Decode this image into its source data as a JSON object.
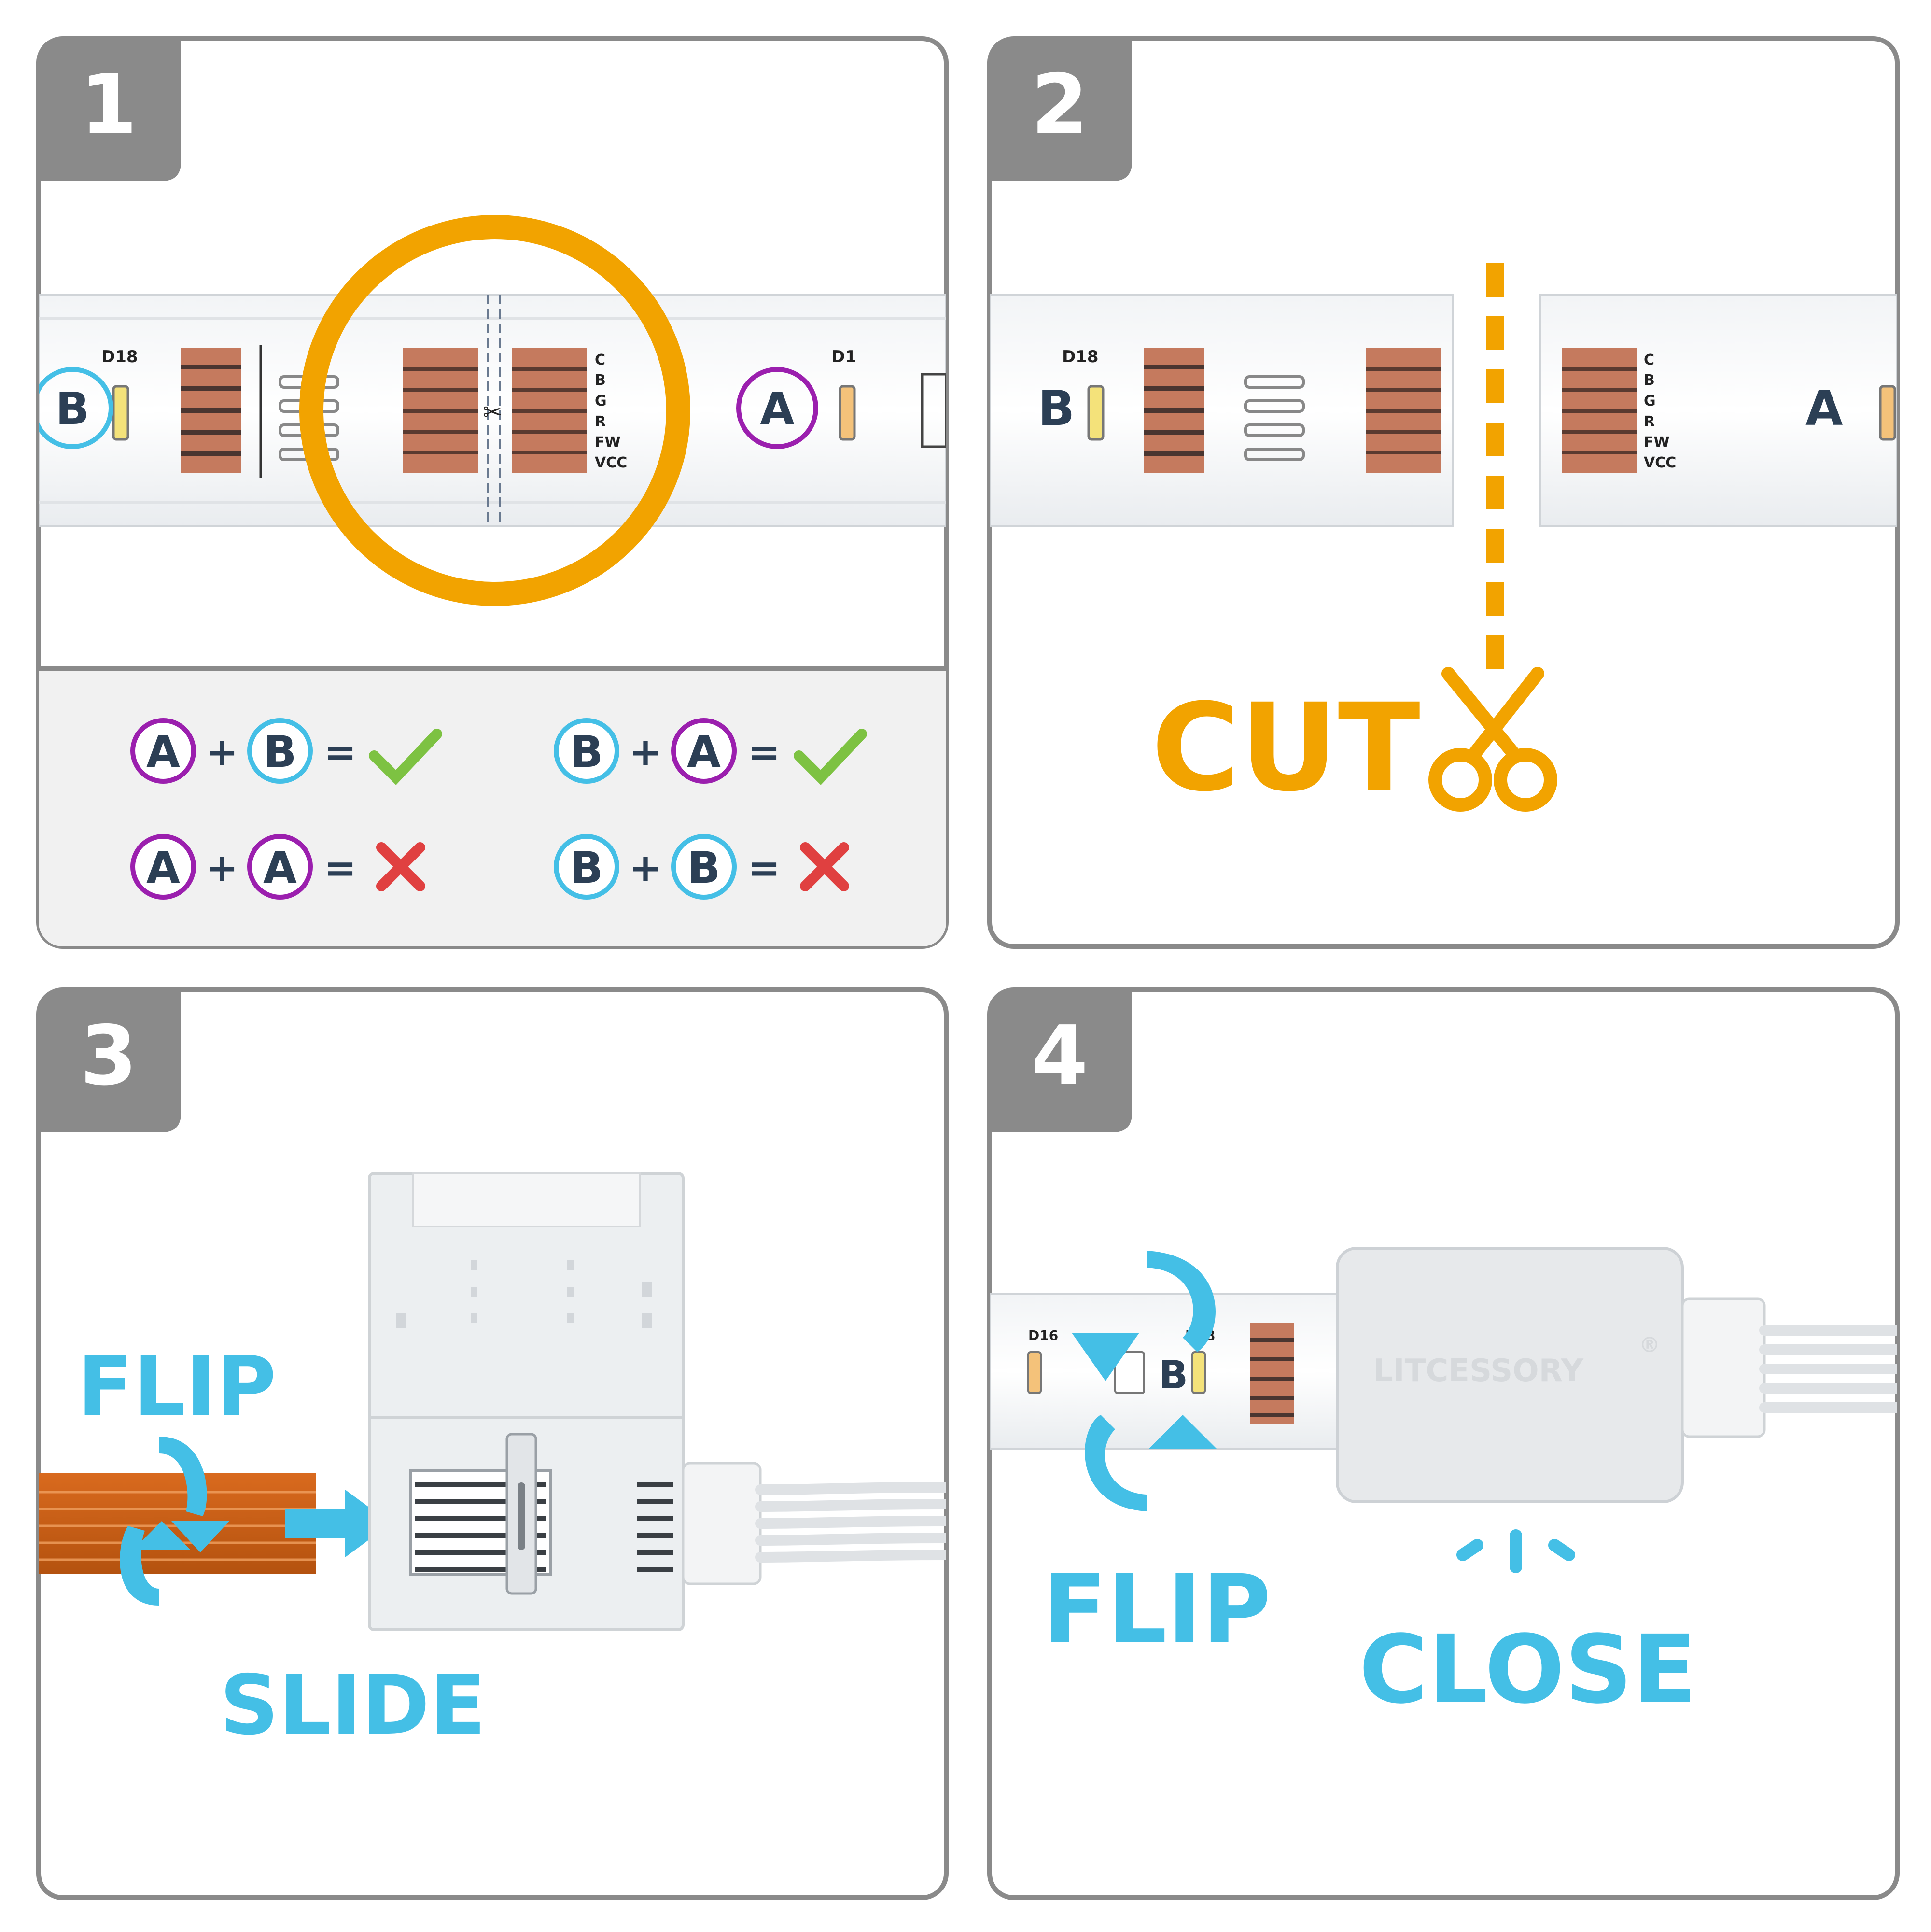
{
  "panels": [
    {
      "step": "1"
    },
    {
      "step": "2",
      "action": "CUT"
    },
    {
      "step": "3",
      "action_flip": "FLIP",
      "action_slide": "SLIDE"
    },
    {
      "step": "4",
      "action_flip": "FLIP",
      "action_close": "CLOSE"
    }
  ],
  "strip": {
    "pad_labels": [
      "C",
      "B",
      "G",
      "R",
      "FW",
      "VCC"
    ],
    "led_d18": "D18",
    "led_d1": "D1",
    "led_d16": "D16",
    "marker_a": "A",
    "marker_b": "B"
  },
  "rules": {
    "rows": [
      {
        "left": "A",
        "right": "B",
        "valid": true
      },
      {
        "left": "B",
        "right": "A",
        "valid": true
      },
      {
        "left": "A",
        "right": "A",
        "valid": false
      },
      {
        "left": "B",
        "right": "B",
        "valid": false
      }
    ],
    "plus": "+",
    "equals": "="
  },
  "connector": {
    "brand": "LITCESSORY",
    "registered": "®"
  },
  "colors": {
    "orange": "#F2A300",
    "blue": "#44BFE6",
    "purple": "#9B1FAE",
    "navy": "#2C3F55",
    "green": "#7DC242",
    "red": "#E04040",
    "gray": "#8A8A8A",
    "copper": "#C57A5E"
  }
}
